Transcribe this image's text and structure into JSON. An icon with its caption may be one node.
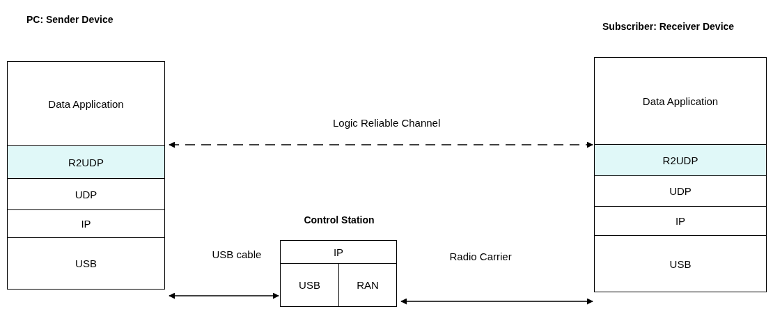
{
  "diagram": {
    "nodes": [
      {
        "text": [
          "PC: Sender Device"
        ]
      },
      {
        "text": [
          "Data Application"
        ],
        "in": 0
      },
      {
        "text": [
          "R2UDP"
        ],
        "in": 0
      },
      {
        "text": [
          "UDP"
        ],
        "in": 0
      },
      {
        "text": [
          "IP"
        ],
        "in": 0
      },
      {
        "text": [
          "USB"
        ],
        "in": 0
      },
      {
        "text": [
          "Control Station"
        ]
      },
      {
        "text": [
          "IP"
        ],
        "in": 6
      },
      {
        "text": [
          "USB"
        ],
        "in": 6
      },
      {
        "text": [
          "RAN"
        ],
        "in": 6
      },
      {
        "text": [
          "Subscriber: Receiver Device"
        ]
      },
      {
        "text": [
          "Data Application"
        ],
        "in": 10
      },
      {
        "text": [
          "R2UDP"
        ],
        "in": 10
      },
      {
        "text": [
          "UDP"
        ],
        "in": 10
      },
      {
        "text": [
          "IP"
        ],
        "in": 10
      },
      {
        "text": [
          "USB"
        ],
        "in": 10
      }
    ],
    "edges": [
      {
        "from": 0,
        "to": 10,
        "arrow": "both",
        "style": "dashed",
        "label": "Logic Reliable Channel"
      },
      {
        "from": 0,
        "to": 6,
        "arrow": "both",
        "label": "USB cable"
      },
      {
        "from": 6,
        "to": 10,
        "arrow": "both",
        "label": "Radio Carrier"
      }
    ]
  }
}
